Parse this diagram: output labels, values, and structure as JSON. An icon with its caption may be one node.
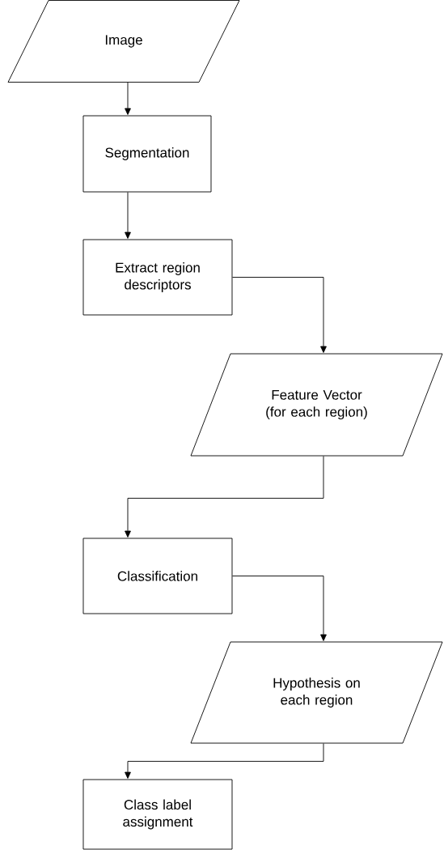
{
  "diagram": {
    "nodes": [
      {
        "text": [
          "Image"
        ]
      },
      {
        "text": [
          "Segmentation"
        ]
      },
      {
        "text": [
          "Extract region descriptors"
        ]
      },
      {
        "text": [
          "Feature Vector (for each region)"
        ]
      },
      {
        "text": [
          "Classification"
        ]
      },
      {
        "text": [
          "Hypothesis on each region"
        ]
      },
      {
        "text": [
          "Class label assignment"
        ]
      }
    ],
    "edges": [
      {
        "from": 0,
        "to": 1,
        "arrow": "to"
      },
      {
        "from": 1,
        "to": 2,
        "arrow": "to"
      },
      {
        "from": 2,
        "to": 3,
        "arrow": "to"
      },
      {
        "from": 3,
        "to": 4,
        "arrow": "to"
      },
      {
        "from": 4,
        "to": 5,
        "arrow": "to"
      },
      {
        "from": 5,
        "to": 6,
        "arrow": "to"
      }
    ]
  }
}
